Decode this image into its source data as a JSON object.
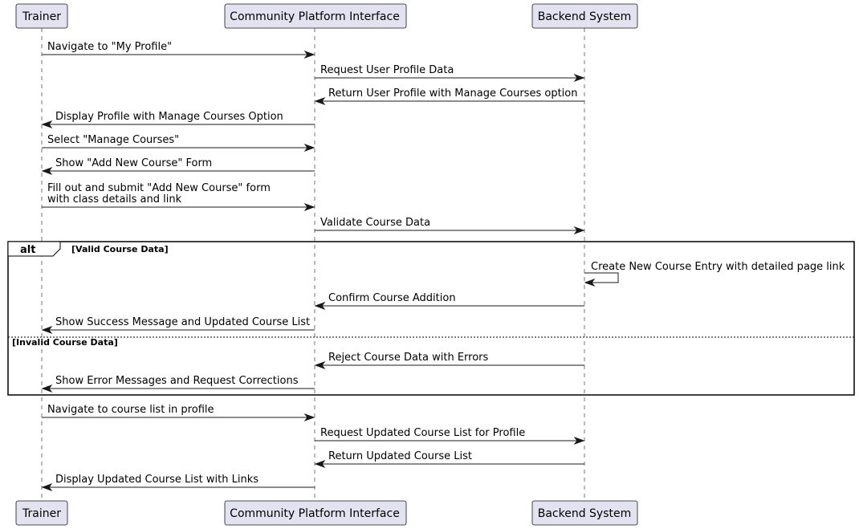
{
  "participants": [
    {
      "id": "trainer",
      "label": "Trainer"
    },
    {
      "id": "platform",
      "label": "Community Platform Interface"
    },
    {
      "id": "backend",
      "label": "Backend System"
    }
  ],
  "messages": [
    {
      "from": "trainer",
      "to": "platform",
      "lines": [
        "Navigate to \"My Profile\""
      ]
    },
    {
      "from": "platform",
      "to": "backend",
      "lines": [
        "Request User Profile Data"
      ]
    },
    {
      "from": "backend",
      "to": "platform",
      "lines": [
        "Return User Profile with Manage Courses option"
      ]
    },
    {
      "from": "platform",
      "to": "trainer",
      "lines": [
        "Display Profile with Manage Courses Option"
      ]
    },
    {
      "from": "trainer",
      "to": "platform",
      "lines": [
        "Select \"Manage Courses\""
      ]
    },
    {
      "from": "platform",
      "to": "trainer",
      "lines": [
        "Show \"Add New Course\" Form"
      ]
    },
    {
      "from": "trainer",
      "to": "platform",
      "lines": [
        "Fill out and submit \"Add New Course\" form",
        "with class details and link"
      ]
    },
    {
      "from": "platform",
      "to": "backend",
      "lines": [
        "Validate Course Data"
      ]
    },
    {
      "from": "backend",
      "to": "backend",
      "lines": [
        "Create New Course Entry with detailed page link"
      ]
    },
    {
      "from": "backend",
      "to": "platform",
      "lines": [
        "Confirm Course Addition"
      ]
    },
    {
      "from": "platform",
      "to": "trainer",
      "lines": [
        "Show Success Message and Updated Course List"
      ]
    },
    {
      "from": "backend",
      "to": "platform",
      "lines": [
        "Reject Course Data with Errors"
      ]
    },
    {
      "from": "platform",
      "to": "trainer",
      "lines": [
        "Show Error Messages and Request Corrections"
      ]
    },
    {
      "from": "trainer",
      "to": "platform",
      "lines": [
        "Navigate to course list in profile"
      ]
    },
    {
      "from": "platform",
      "to": "backend",
      "lines": [
        "Request Updated Course List for Profile"
      ]
    },
    {
      "from": "backend",
      "to": "platform",
      "lines": [
        "Return Updated Course List"
      ]
    },
    {
      "from": "platform",
      "to": "trainer",
      "lines": [
        "Display Updated Course List with Links"
      ]
    }
  ],
  "fragment": {
    "keyword": "alt",
    "operands": [
      {
        "guard": "[Valid Course Data]"
      },
      {
        "guard": "[Invalid Course Data]"
      }
    ]
  }
}
